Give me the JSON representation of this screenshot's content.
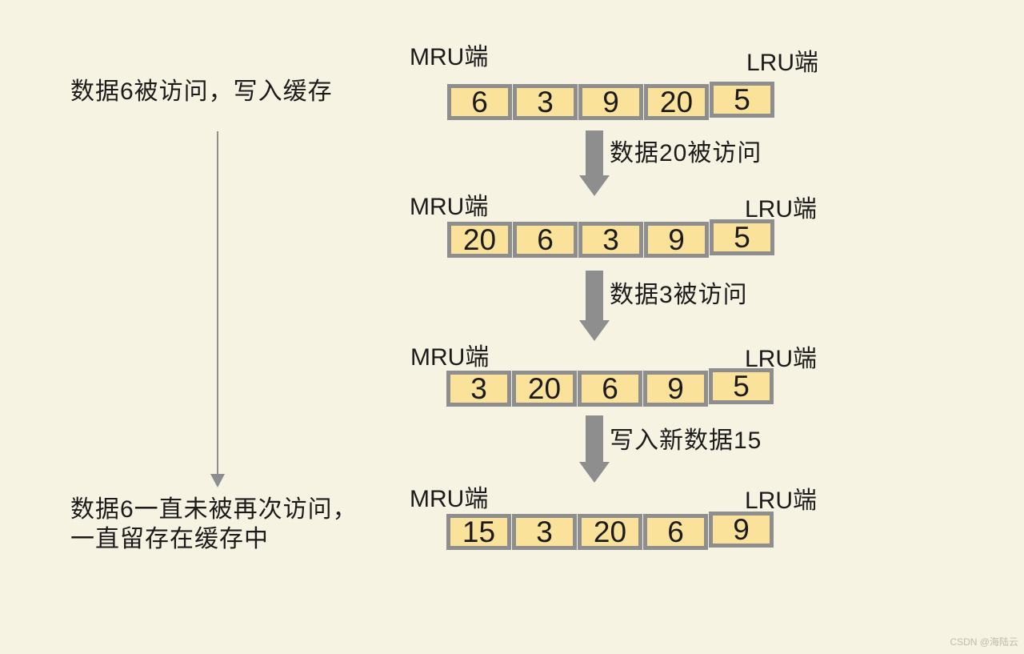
{
  "left_panel": {
    "top_note": "数据6被访问，写入缓存",
    "bottom_note_line1": "数据6一直未被再次访问，",
    "bottom_note_line2": "一直留存在缓存中"
  },
  "labels": {
    "mru": "MRU端",
    "lru": "LRU端"
  },
  "stages": [
    {
      "cells": [
        "6",
        "3",
        "9",
        "20",
        "5"
      ]
    },
    {
      "cells": [
        "20",
        "6",
        "3",
        "9",
        "5"
      ]
    },
    {
      "cells": [
        "3",
        "20",
        "6",
        "9",
        "5"
      ]
    },
    {
      "cells": [
        "15",
        "3",
        "20",
        "6",
        "9"
      ]
    }
  ],
  "transitions": [
    "数据20被访问",
    "数据3被访问",
    "写入新数据15"
  ],
  "watermark": "CSDN @海陆云",
  "colors": {
    "bg": "#f7f3e2",
    "cell-fill": "#fbe29a",
    "line-gray": "#8e8e8e",
    "text": "#1b1b1b",
    "watermark": "#bfbbad"
  }
}
